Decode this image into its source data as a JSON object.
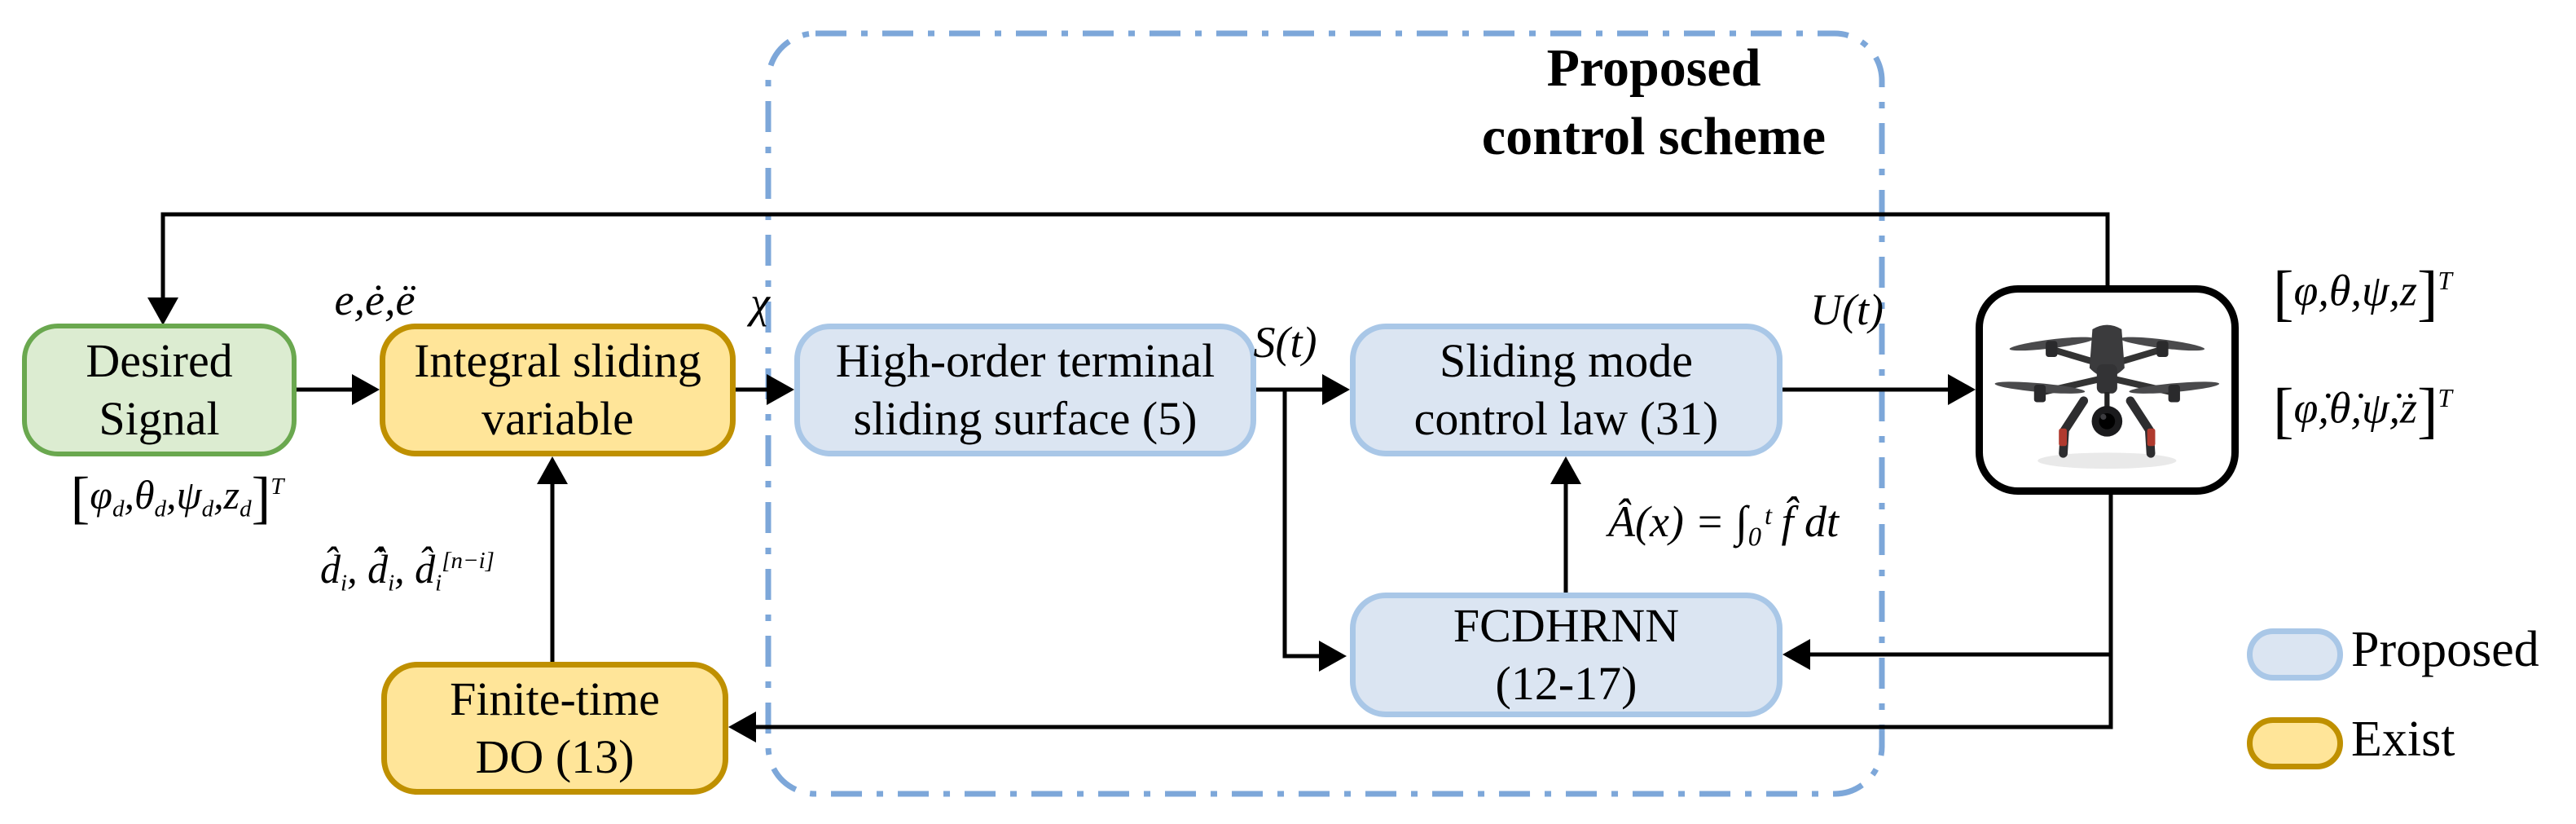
{
  "figure": {
    "type": "control-block-diagram",
    "title": "Proposed\ncontrol scheme"
  },
  "colors": {
    "proposed_fill": "#dbe5f2",
    "proposed_border": "#a9c7e7",
    "exist_fill": "#ffe599",
    "exist_border": "#bf9000",
    "desired_fill": "#dcecd1",
    "desired_border": "#6aa84f",
    "scheme_boundary": "#7da7d9",
    "wire": "#000000"
  },
  "boxes": {
    "desired": {
      "label": "Desired\nSignal"
    },
    "isv": {
      "label": "Integral sliding\nvariable"
    },
    "hots": {
      "label": "High-order terminal\nsliding surface (5)"
    },
    "smc": {
      "label": "Sliding mode\ncontrol law (31)"
    },
    "fcdhrnn": {
      "label": "FCDHRNN\n(12-17)"
    },
    "ftdo": {
      "label": "Finite-time\nDO (13)"
    },
    "plant": {
      "icon": "quadrotor-drone"
    }
  },
  "signals": {
    "error": "e,ė,ë",
    "chi": "χ",
    "s": "S(t)",
    "u": "U(t)",
    "a_hat": "Â(x) = ∫₀ᵗ f̂ dt",
    "d_hat": [
      {
        "v": "d̂"
      },
      {
        "s": "i"
      },
      {
        "v": ", d̂̇"
      },
      {
        "s": "i"
      },
      {
        "v": ", d̂"
      },
      {
        "s": "i"
      },
      {
        "p": "[n−i]"
      }
    ],
    "desired_vector": [
      {
        "b": "["
      },
      {
        "v": "φ"
      },
      {
        "s": "d"
      },
      {
        "v": ",θ"
      },
      {
        "s": "d"
      },
      {
        "v": ",ψ"
      },
      {
        "s": "d"
      },
      {
        "v": ",z"
      },
      {
        "s": "d"
      },
      {
        "b": "]"
      },
      {
        "p": "T"
      }
    ],
    "state_vector": [
      {
        "b": "["
      },
      {
        "v": "φ,θ,ψ,z"
      },
      {
        "b": "]"
      },
      {
        "p": "T"
      }
    ],
    "state_vector_dot": [
      {
        "b": "["
      },
      {
        "v": "φ̇,θ̇,ψ̇,ż"
      },
      {
        "b": "]"
      },
      {
        "p": "T"
      }
    ]
  },
  "legend": [
    {
      "label": "Proposed",
      "type": "proposed"
    },
    {
      "label": "Exist",
      "type": "exist"
    }
  ]
}
